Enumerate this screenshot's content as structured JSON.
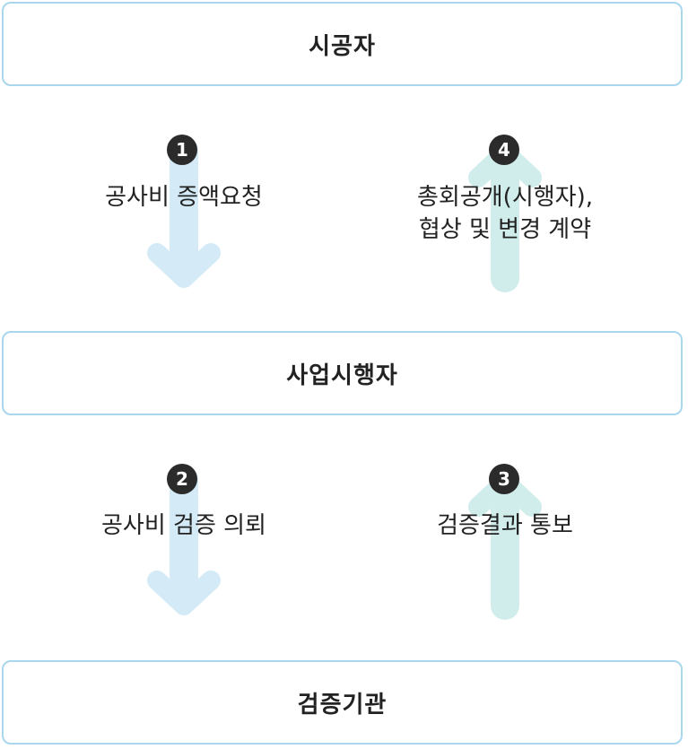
{
  "nodes": {
    "top": "시공자",
    "middle": "사업시행자",
    "bottom": "검증기관"
  },
  "steps": [
    {
      "number": "1",
      "lines": [
        "공사비 증액요청"
      ],
      "direction": "down"
    },
    {
      "number": "4",
      "lines": [
        "총회공개(시행자),",
        "협상 및 변경 계약"
      ],
      "direction": "up"
    },
    {
      "number": "2",
      "lines": [
        "공사비 검증 의뢰"
      ],
      "direction": "down"
    },
    {
      "number": "3",
      "lines": [
        "검증결과 통보"
      ],
      "direction": "up"
    }
  ],
  "colors": {
    "box_border": "#a9d7ee",
    "arrow_down": "#d4ebf7",
    "arrow_up": "#d0edec",
    "badge": "#2b2b2b"
  }
}
